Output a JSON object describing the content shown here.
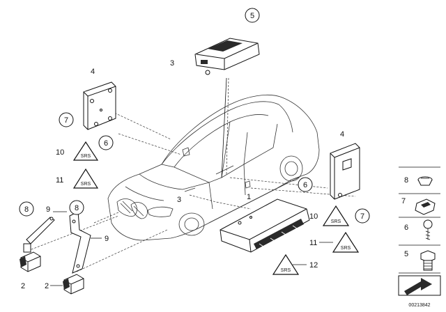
{
  "callouts": {
    "c1": "1",
    "c2a": "2",
    "c2b": "2",
    "c3a": "3",
    "c3b": "3",
    "c4a": "4",
    "c4b": "4",
    "c5": "5",
    "c5r": "5",
    "c6a": "6",
    "c6b": "6",
    "c6r": "6",
    "c7a": "7",
    "c7b": "7",
    "c7r": "7",
    "c8a": "8",
    "c8b": "8",
    "c8r": "8",
    "c9a": "9",
    "c9b": "9",
    "c10a": "10",
    "c10b": "10",
    "c11a": "11",
    "c11b": "11",
    "c12": "12"
  },
  "warning_label_text": "SRS",
  "diagram_id": "00213842"
}
